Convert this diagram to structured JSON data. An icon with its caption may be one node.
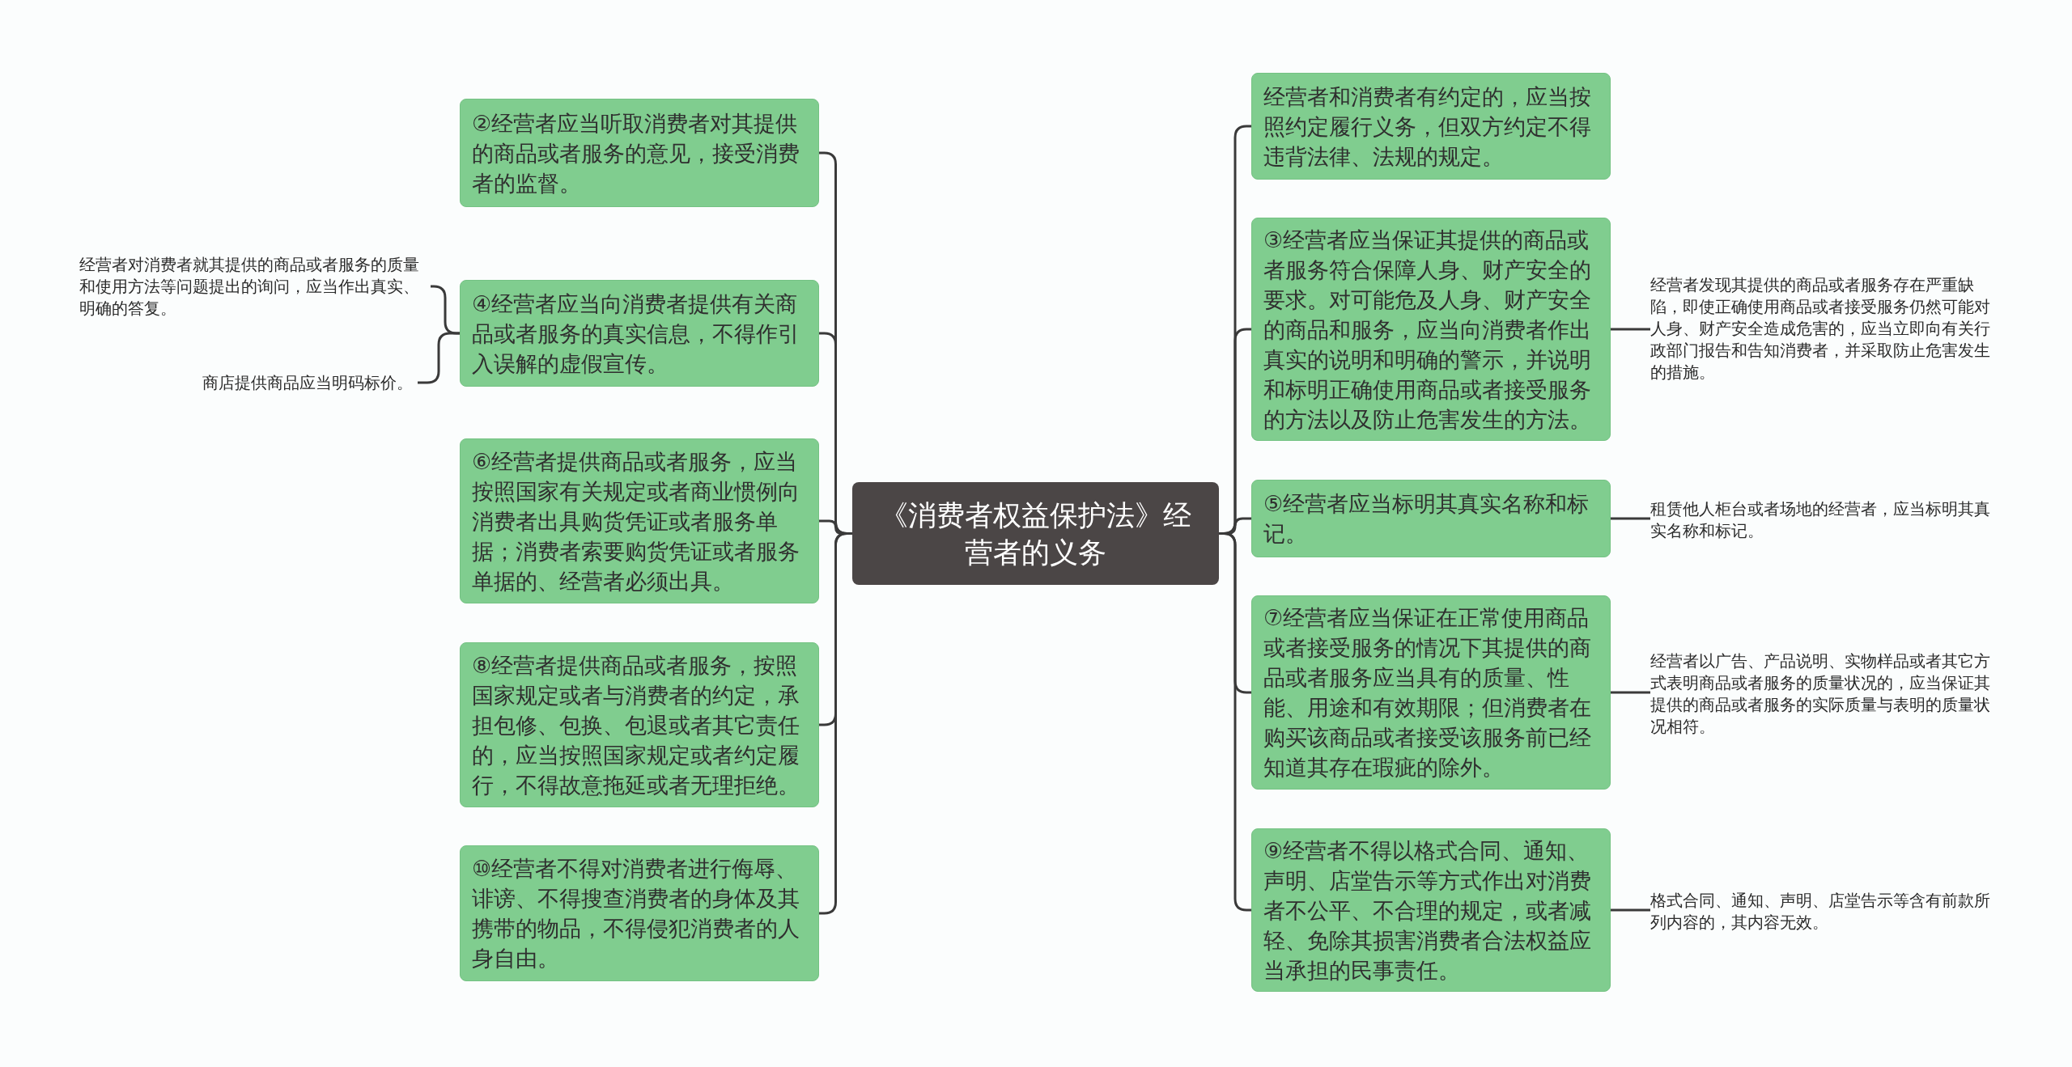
{
  "diagram": {
    "nodes": [
      {
        "text": [
          "《消费者权益保护法》经营者的义务"
        ]
      },
      {
        "text": [
          "②经营者应当听取消费者对其提供的商品或者服务的意见，接受消费者的监督。"
        ]
      },
      {
        "text": [
          "④经营者应当向消费者提供有关商品或者服务的真实信息，不得作引入误解的虚假宣传。"
        ]
      },
      {
        "text": [
          "⑥经营者提供商品或者服务，应当按照国家有关规定或者商业惯例向消费者出具购货凭证或者服务单据；消费者索要购货凭证或者服务单据的、经营者必须出具。"
        ]
      },
      {
        "text": [
          "⑧经营者提供商品或者服务，按照国家规定或者与消费者的约定，承担包修、包换、包退或者其它责任的，应当按照国家规定或者约定履行，不得故意拖延或者无理拒绝。"
        ]
      },
      {
        "text": [
          "⑩经营者不得对消费者进行侮辱、诽谤、不得搜查消费者的身体及其携带的物品，不得侵犯消费者的人身自由。"
        ]
      },
      {
        "text": [
          "经营者对消费者就其提供的商品或者服务的质量和使用方法等问题提出的询问，应当作出真实、明确的答复。"
        ]
      },
      {
        "text": [
          "商店提供商品应当明码标价。"
        ]
      },
      {
        "text": [
          "经营者和消费者有约定的，应当按照约定履行义务，但双方约定不得违背法律、法规的规定。"
        ]
      },
      {
        "text": [
          "③经营者应当保证其提供的商品或者服务符合保障人身、财产安全的要求。对可能危及人身、财产安全的商品和服务，应当向消费者作出真实的说明和明确的警示，并说明和标明正确使用商品或者接受服务的方法以及防止危害发生的方法。"
        ]
      },
      {
        "text": [
          "⑤经营者应当标明其真实名称和标记。"
        ]
      },
      {
        "text": [
          "⑦经营者应当保证在正常使用商品或者接受服务的情况下其提供的商品或者服务应当具有的质量、性能、用途和有效期限；但消费者在购买该商品或者接受该服务前已经知道其存在瑕疵的除外。"
        ]
      },
      {
        "text": [
          "⑨经营者不得以格式合同、通知、声明、店堂告示等方式作出对消费者不公平、不合理的规定，或者减轻、免除其损害消费者合法权益应当承担的民事责任。"
        ]
      },
      {
        "text": [
          "经营者发现其提供的商品或者服务存在严重缺陷，即使正确使用商品或者接受服务仍然可能对人身、财产安全造成危害的，应当立即向有关行政部门报告和告知消费者，并采取防止危害发生的措施。"
        ]
      },
      {
        "text": [
          "租赁他人柜台或者场地的经营者，应当标明其真实名称和标记。"
        ]
      },
      {
        "text": [
          "经营者以广告、产品说明、实物样品或者其它方式表明商品或者服务的质量状况的，应当保证其提供的商品或者服务的实际质量与表明的质量状况相符。"
        ]
      },
      {
        "text": [
          "格式合同、通知、声明、店堂告示等含有前款所列内容的，其内容无效。"
        ]
      }
    ],
    "edges": [
      {
        "from": 0,
        "to": 1,
        "arrow": "none"
      },
      {
        "from": 0,
        "to": 2,
        "arrow": "none"
      },
      {
        "from": 0,
        "to": 3,
        "arrow": "none"
      },
      {
        "from": 0,
        "to": 4,
        "arrow": "none"
      },
      {
        "from": 0,
        "to": 5,
        "arrow": "none"
      },
      {
        "from": 2,
        "to": 6,
        "arrow": "none"
      },
      {
        "from": 2,
        "to": 7,
        "arrow": "none"
      },
      {
        "from": 0,
        "to": 8,
        "arrow": "none"
      },
      {
        "from": 0,
        "to": 9,
        "arrow": "none"
      },
      {
        "from": 0,
        "to": 10,
        "arrow": "none"
      },
      {
        "from": 0,
        "to": 11,
        "arrow": "none"
      },
      {
        "from": 0,
        "to": 12,
        "arrow": "none"
      },
      {
        "from": 9,
        "to": 13,
        "arrow": "none"
      },
      {
        "from": 10,
        "to": 14,
        "arrow": "none"
      },
      {
        "from": 11,
        "to": 15,
        "arrow": "none"
      },
      {
        "from": 12,
        "to": 16,
        "arrow": "none"
      }
    ]
  }
}
